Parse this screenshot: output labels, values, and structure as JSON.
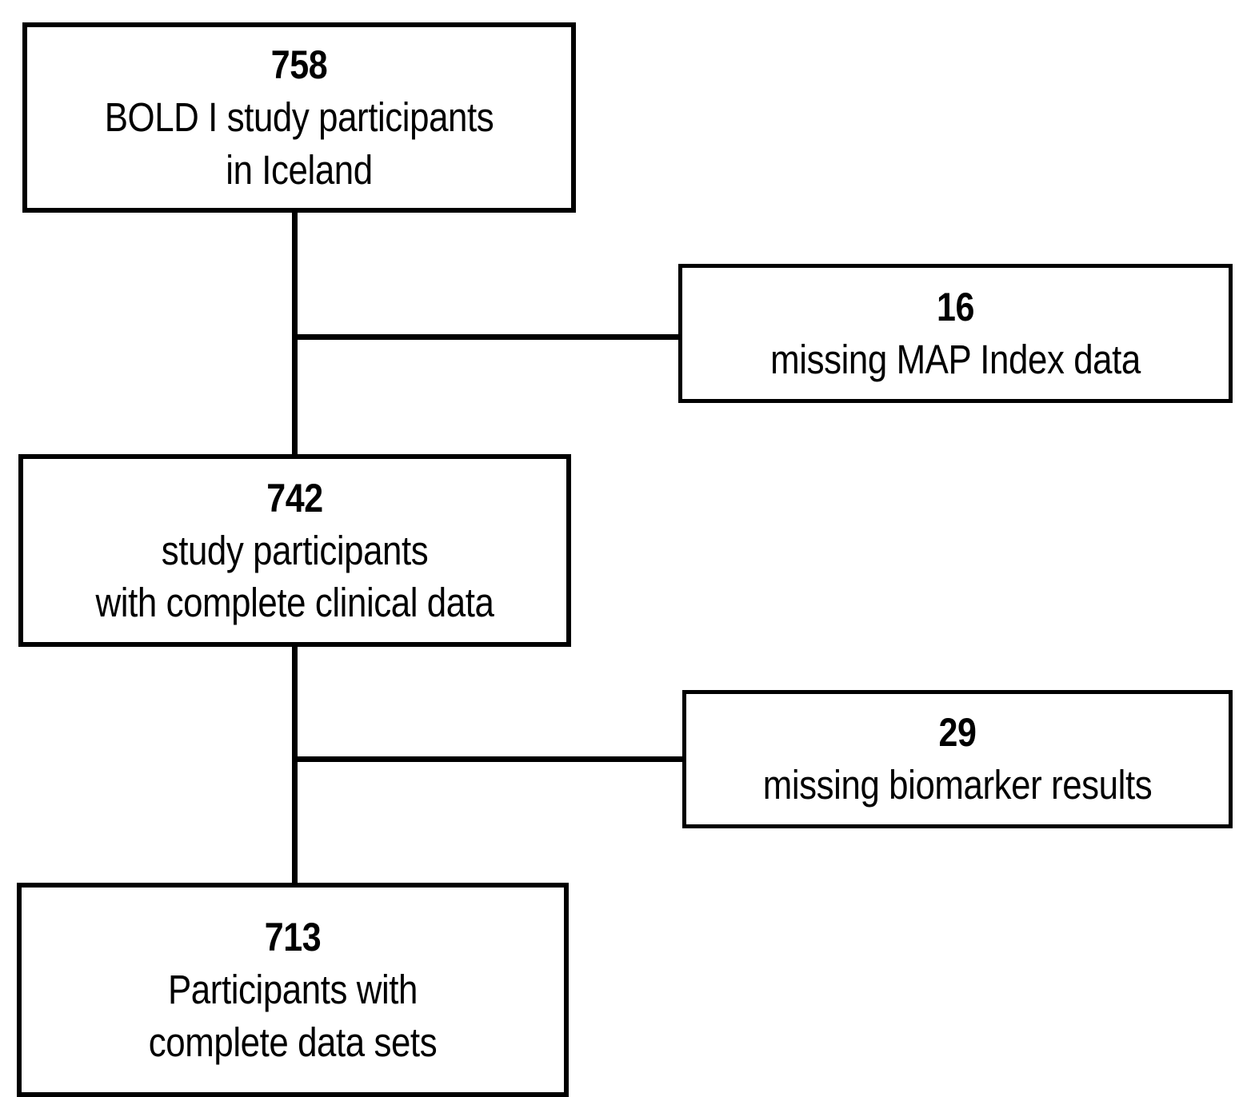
{
  "diagram": {
    "type": "participant-flow-chart",
    "title": "",
    "background_color": "#ffffff",
    "line_color": "#000000",
    "text_color": "#000000",
    "nodes": [
      {
        "id": "enrolled",
        "count": "758",
        "lines": [
          "BOLD I study participants",
          "in Iceland"
        ],
        "line1": "BOLD I study participants",
        "line2": "in Iceland",
        "role": "start"
      },
      {
        "id": "excluded_map",
        "count": "16",
        "lines": [
          "missing MAP Index data"
        ],
        "line1": "missing MAP Index data",
        "line2": "",
        "role": "exclusion"
      },
      {
        "id": "clinical",
        "count": "742",
        "lines": [
          "study participants",
          "with complete clinical data"
        ],
        "line1": "study participants",
        "line2": "with complete clinical data",
        "role": "intermediate"
      },
      {
        "id": "excluded_biomarker",
        "count": "29",
        "lines": [
          "missing biomarker results"
        ],
        "line1": "missing biomarker results",
        "line2": "",
        "role": "exclusion"
      },
      {
        "id": "final",
        "count": "713",
        "lines": [
          "Participants with",
          "complete data sets"
        ],
        "line1": "Participants with",
        "line2": "complete data sets",
        "role": "end"
      }
    ],
    "edges": [
      {
        "id": "enrolled_to_clinical",
        "from": "enrolled",
        "to": "clinical",
        "label": ""
      },
      {
        "id": "enrolled_to_excl_map",
        "from": "enrolled",
        "to": "excluded_map",
        "label": ""
      },
      {
        "id": "clinical_to_final",
        "from": "clinical",
        "to": "final",
        "label": ""
      },
      {
        "id": "clinical_to_excl_bio",
        "from": "clinical",
        "to": "excluded_biomarker",
        "label": ""
      }
    ]
  }
}
